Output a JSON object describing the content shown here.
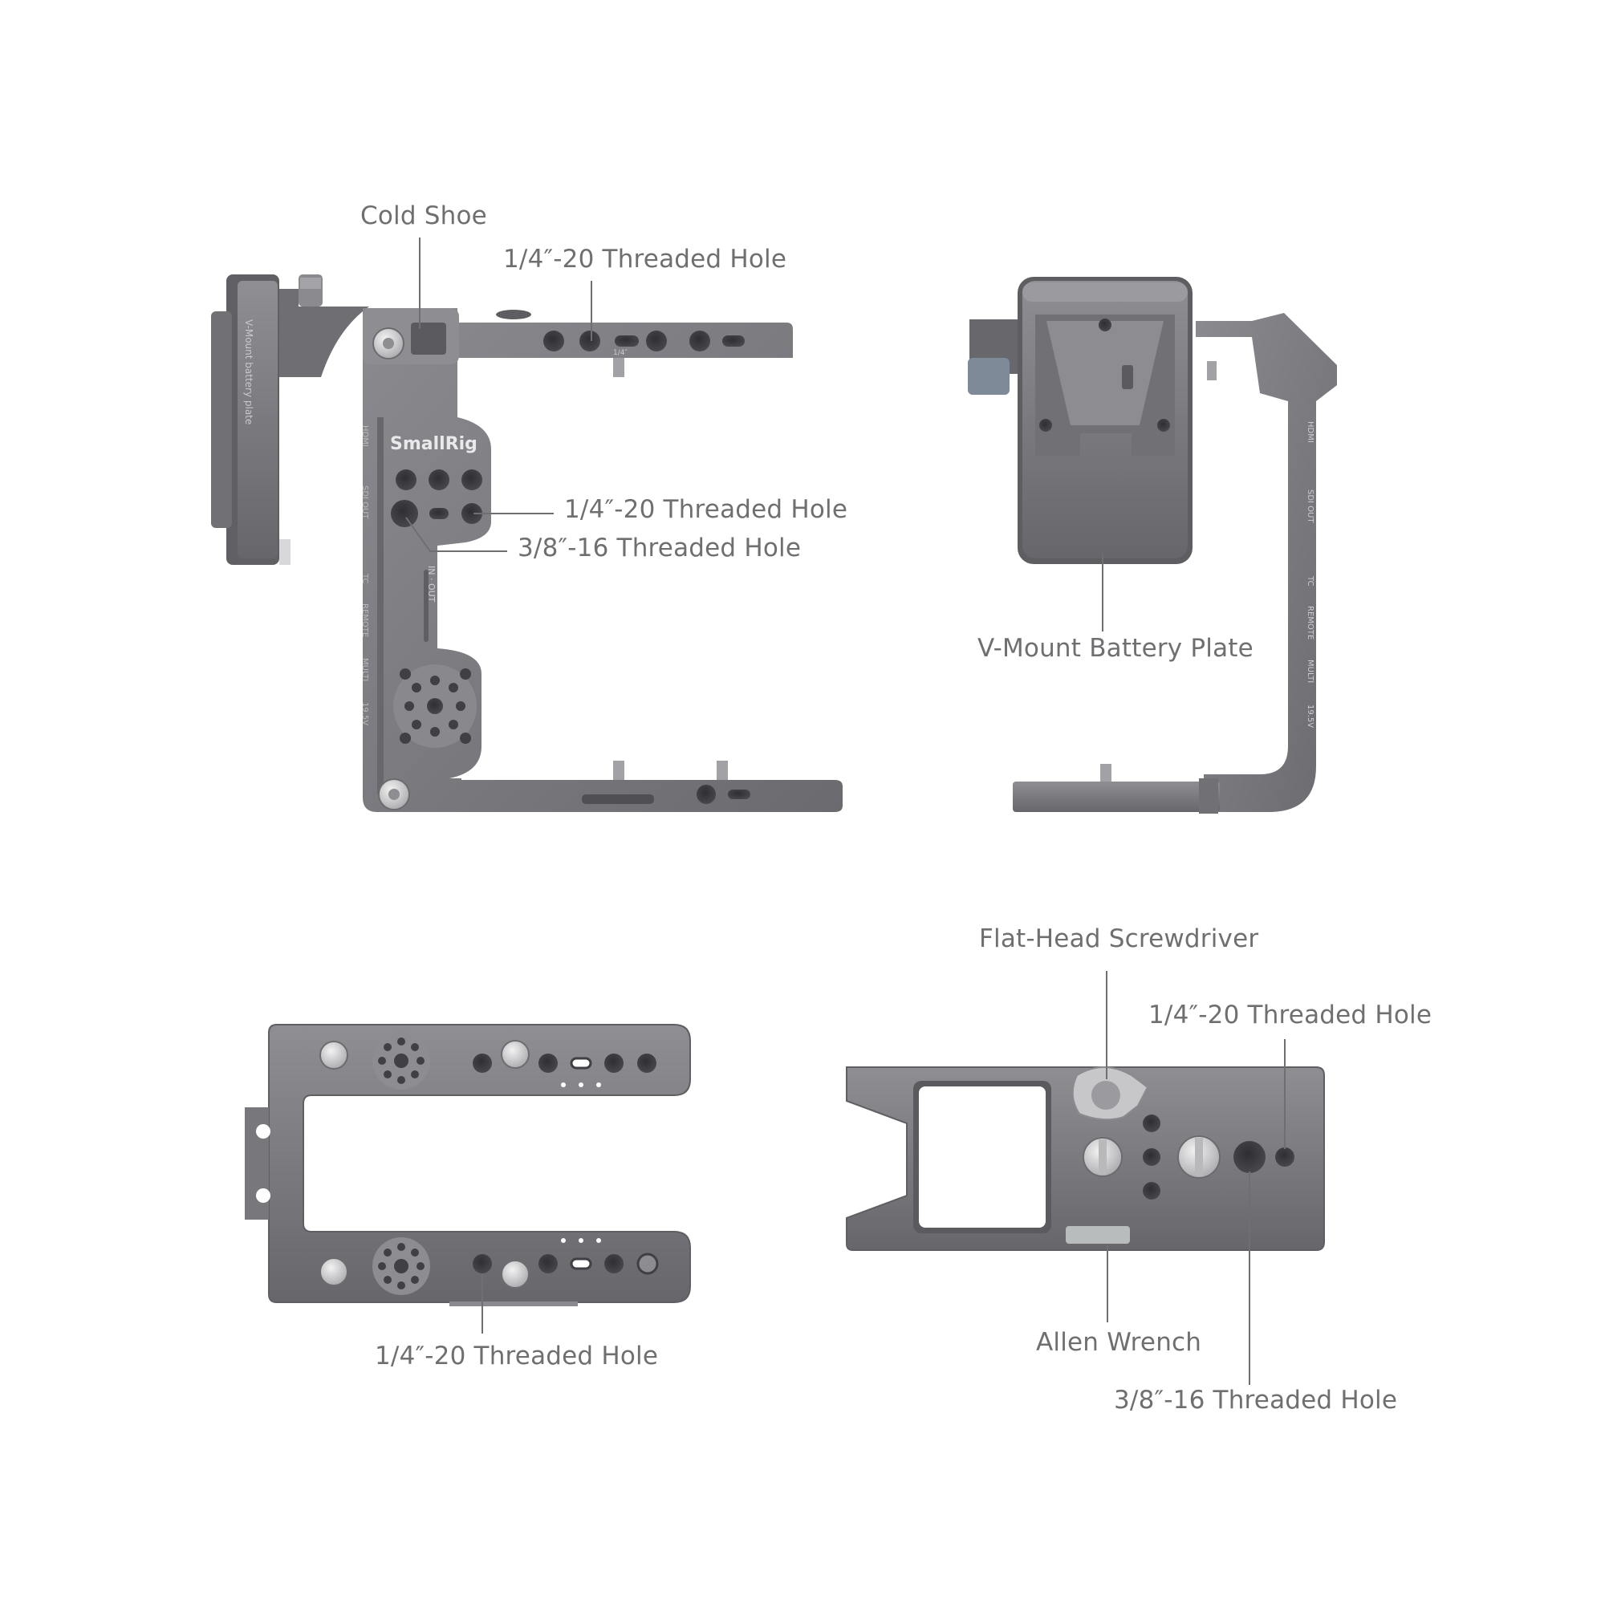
{
  "figure": {
    "brand_logo": "SmallRig",
    "colors": {
      "background": "#ffffff",
      "metal": "#77777c",
      "metal_dark": "#55555a",
      "metal_light": "#9a9a9f",
      "hole": "#3f3f44",
      "leader": "#6f6f72",
      "label": "#6f6f72"
    }
  },
  "views": {
    "front": {
      "callouts": {
        "cold_shoe": "Cold Shoe",
        "top_hole": "1/4″-20 Threaded Hole",
        "mid_quarter_hole": "1/4″-20 Threaded Hole",
        "mid_three_eighths_hole": "3/8″-16 Threaded Hole"
      },
      "engravings": {
        "battery_plate": "V-Mount battery plate",
        "ports": [
          "HDMI",
          "SDI OUT",
          "TC",
          "REMOTE",
          "MULTI",
          "19.5V"
        ],
        "in_out": "IN · OUT",
        "top_thread_mark": "1/4″"
      }
    },
    "rear": {
      "callouts": {
        "battery_plate": "V-Mount Battery Plate"
      },
      "engravings": {
        "ports": [
          "HDMI",
          "SDI OUT",
          "TC",
          "REMOTE",
          "MULTI",
          "19.5V"
        ]
      }
    },
    "top": {
      "callouts": {
        "quarter_hole": "1/4″-20 Threaded Hole"
      }
    },
    "bottom": {
      "callouts": {
        "screwdriver": "Flat-Head Screwdriver",
        "quarter_hole": "1/4″-20 Threaded Hole",
        "allen_wrench": "Allen Wrench",
        "three_eighths_hole": "3/8″-16 Threaded Hole"
      }
    }
  }
}
